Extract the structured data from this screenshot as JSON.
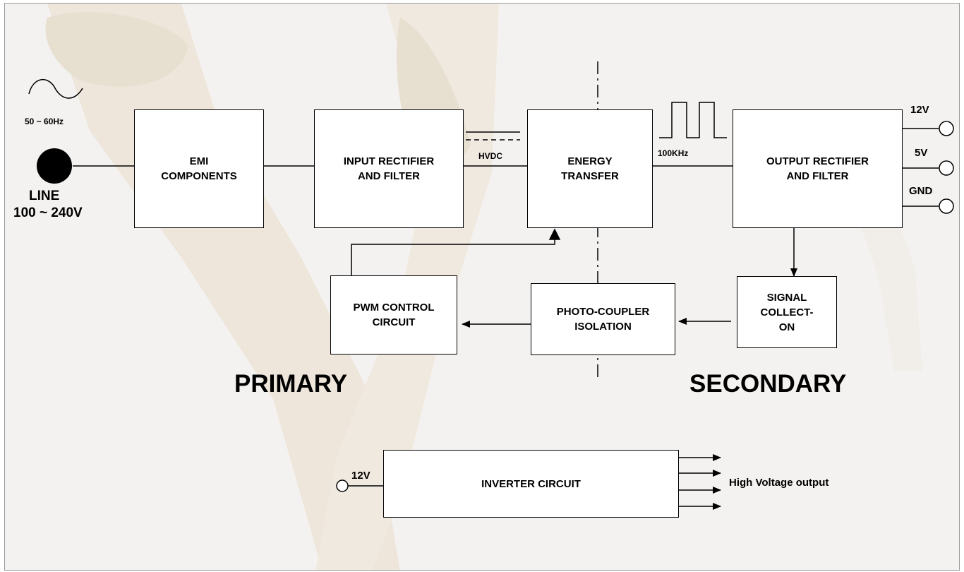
{
  "colors": {
    "line": "#000000",
    "block_fill": "#ffffff",
    "background": "#f4f2f0",
    "photo_tint": "#e8dcc9"
  },
  "blocks": {
    "emi": "EMI\nCOMPONENTS",
    "input_rectifier": "INPUT RECTIFIER\nAND FILTER",
    "energy_transfer": "ENERGY\nTRANSFER",
    "output_rectifier": "OUTPUT RECTIFIER\nAND FILTER",
    "signal_collection": "SIGNAL\nCOLLECT-\nON",
    "photo_coupler": "PHOTO-COUPLER\nISOLATION",
    "pwm_control": "PWM CONTROL\nCIRCUIT",
    "inverter": "INVERTER CIRCUIT"
  },
  "labels": {
    "frequency": "50 ~ 60Hz",
    "line_title": "LINE",
    "line_voltage": "100 ~ 240V",
    "hvdc": "HVDC",
    "switching_freq": "100KHz",
    "out_12v": "12V",
    "out_5v": "5V",
    "out_gnd": "GND",
    "primary": "PRIMARY",
    "secondary": "SECONDARY",
    "inverter_input": "12V",
    "hv_output": "High Voltage output"
  }
}
